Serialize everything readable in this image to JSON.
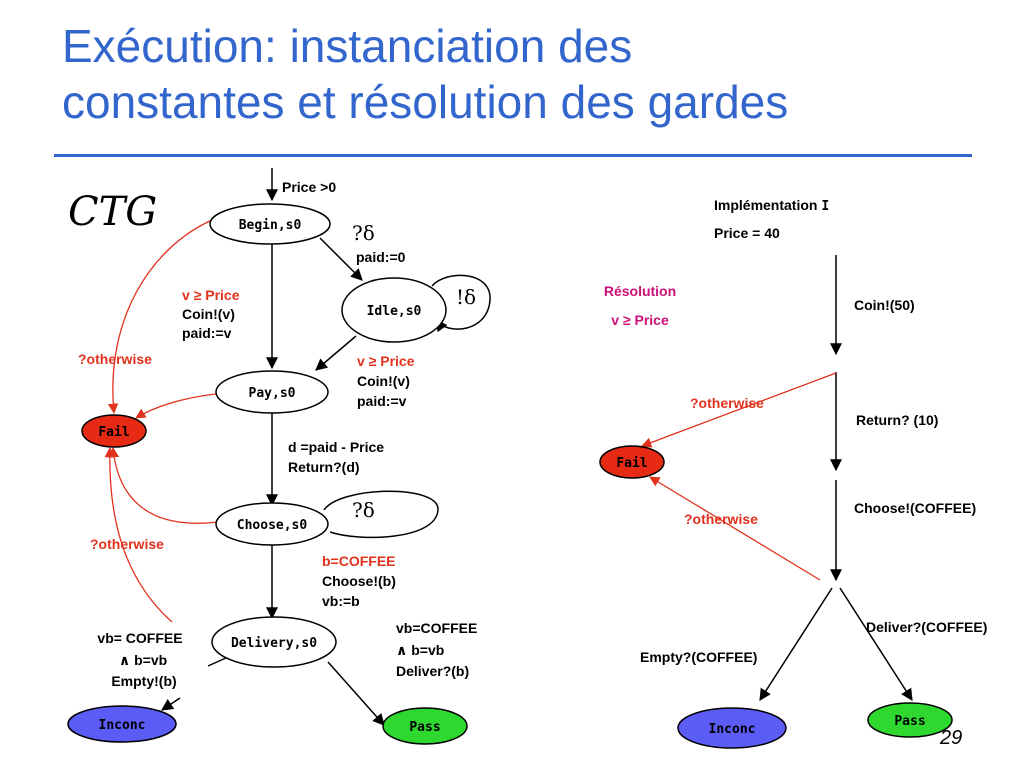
{
  "title": {
    "line1": "Exécution: instanciation des",
    "line2": "constantes et résolution des gardes"
  },
  "page_number": "29",
  "colors": {
    "title": "#3366cc",
    "red": "#e1321e",
    "fail": "#e62a14",
    "inconc": "#5b5bf5",
    "pass": "#2fd82f"
  },
  "left": {
    "ctg_label": "CTG",
    "init_label": "Price >0",
    "nodes": {
      "begin": "Begin,s0",
      "idle": "Idle,s0",
      "pay": "Pay,s0",
      "fail": "Fail",
      "choose": "Choose,s0",
      "delivery": "Delivery,s0",
      "inconc": "Inconc",
      "pass": "Pass"
    },
    "edges": {
      "begin_idle": [
        "?δ",
        "paid:=0"
      ],
      "idle_loop": "!δ",
      "begin_pay": [
        "v ≥  Price",
        "Coin!(v)",
        "paid:=v"
      ],
      "idle_pay": [
        "v ≥  Price",
        "Coin!(v)",
        "paid:=v"
      ],
      "otherwise_1": "?otherwise",
      "pay_choose": [
        "d =paid - Price",
        "Return?(d)"
      ],
      "choose_loop": "?δ",
      "otherwise_2": "?otherwise",
      "choose_delivery": [
        "b=COFFEE",
        "Choose!(b)",
        "vb:=b"
      ],
      "delivery_inconc": [
        "vb= COFFEE",
        "∧ b=vb",
        "Empty!(b)"
      ],
      "delivery_pass": [
        "vb=COFFEE",
        "∧ b=vb",
        "Deliver?(b)"
      ]
    }
  },
  "middle": {
    "resolution_line1": "Résolution",
    "resolution_line2": "v ≥ Price"
  },
  "right": {
    "impl_line1": "Implémentation",
    "impl_symbol": "I",
    "impl_line2": "Price = 40",
    "coin": "Coin!(50)",
    "otherwise_1": "?otherwise",
    "return": "Return? (10)",
    "choose": "Choose!(COFFEE)",
    "otherwise_2": "?otherwise",
    "deliver": "Deliver?(COFFEE)",
    "empty": "Empty?(COFFEE)",
    "nodes": {
      "fail": "Fail",
      "inconc": "Inconc",
      "pass": "Pass"
    }
  }
}
